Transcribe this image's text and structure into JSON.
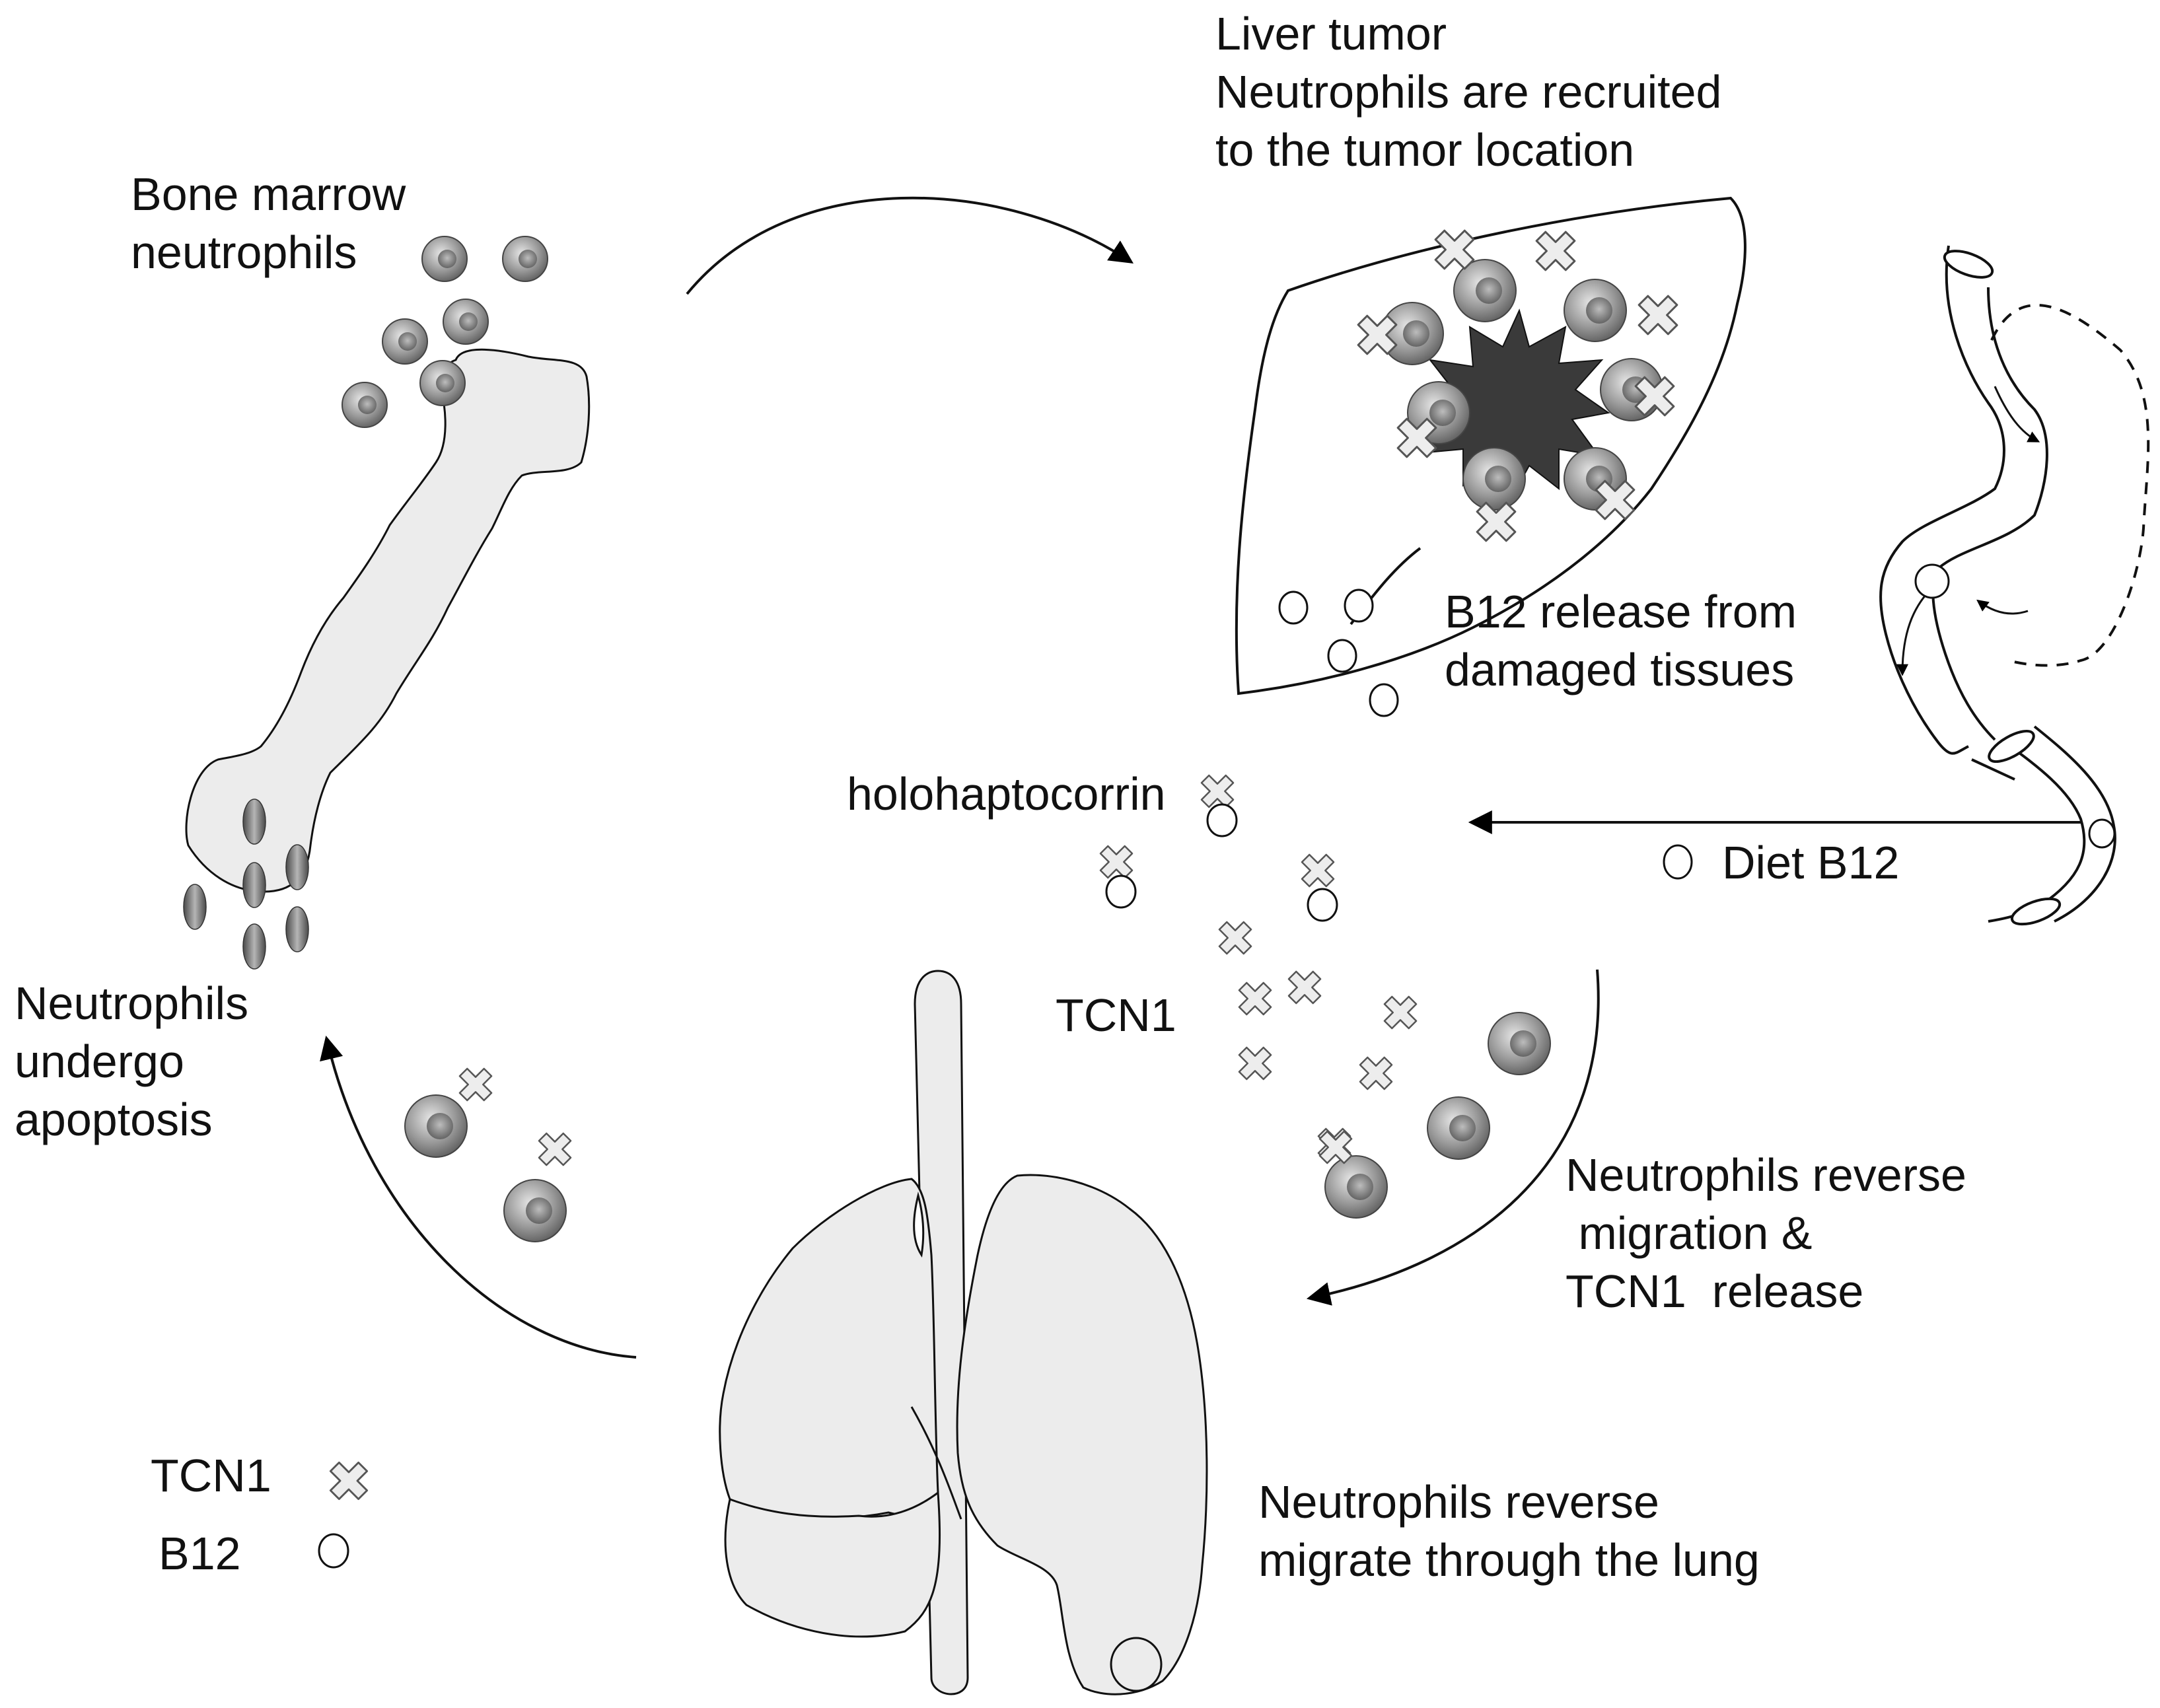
{
  "labels": {
    "bone_marrow": [
      "Bone marrow",
      "neutrophils"
    ],
    "liver": [
      "Liver tumor",
      "Neutrophils are recruited",
      "to the tumor location"
    ],
    "b12_release": [
      "B12 release from",
      "damaged tissues"
    ],
    "holohaptocorrin": "holohaptocorrin",
    "diet_b12": "Diet B12",
    "tcn1_center": "TCN1",
    "reverse_tcn1": [
      "Neutrophils reverse",
      " migration &",
      "TCN1  release"
    ],
    "lung": [
      "Neutrophils reverse",
      "migrate through the lung"
    ],
    "apoptosis": [
      "Neutrophils",
      "undergo",
      "apoptosis"
    ]
  },
  "legend": {
    "tcn1": "TCN1",
    "b12": "B12"
  },
  "colors": {
    "organ_fill": "#ececec",
    "tumor": "#3a3a3a",
    "neutrophil": "#8a8a8a",
    "tcn1_marker": "#ededed"
  }
}
